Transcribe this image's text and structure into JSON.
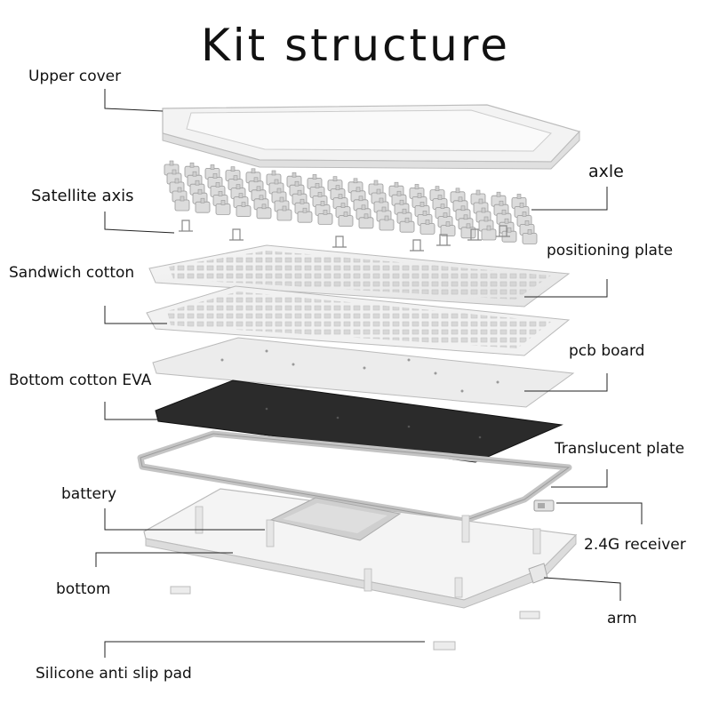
{
  "title": "Kit structure",
  "labels": {
    "upper_cover": "Upper cover",
    "axle": "axle",
    "satellite_axis": "Satellite axis",
    "positioning_plate": "positioning plate",
    "sandwich_cotton": "Sandwich cotton",
    "pcb_board": "pcb board",
    "bottom_cotton_eva": "Bottom cotton EVA",
    "translucent_plate": "Translucent plate",
    "battery": "battery",
    "receiver": "2.4G receiver",
    "bottom": "bottom",
    "arm": "arm",
    "anti_slip_pad": "Silicone anti slip pad"
  },
  "colors": {
    "eva": "#2b2b2b",
    "frame": "#f2f2f2",
    "outline": "#b9b9b9"
  }
}
